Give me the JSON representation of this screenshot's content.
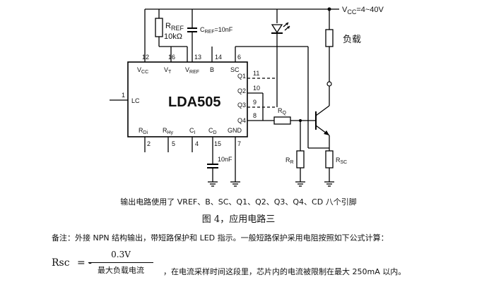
{
  "diagram": {
    "chip_name": "LDA505",
    "vcc_label": "VCC=4~40V",
    "vcc_main": "V",
    "vcc_sub": "CC",
    "vcc_range": "=4~40V",
    "load_label": "负载",
    "rref_main": "R",
    "rref_sub": "REF",
    "rref_value": "10kΩ",
    "cref_main": "C",
    "cref_sub": "REF",
    "cref_value": "=10nF",
    "cd_value": "10nF",
    "rq_main": "R",
    "rq_sub": "Q",
    "rr_main": "R",
    "rr_sub": "R",
    "rsc_main": "R",
    "rsc_sub": "SC",
    "top_pins": [
      {
        "num": "12",
        "main": "V",
        "sub": "CC"
      },
      {
        "num": "16",
        "main": "V",
        "sub": "T"
      },
      {
        "num": "13",
        "main": "V",
        "sub": "REF"
      },
      {
        "num": "14",
        "main": "B",
        "sub": ""
      },
      {
        "num": "6",
        "main": "SC",
        "sub": ""
      }
    ],
    "right_pins": [
      {
        "num": "11",
        "label": "Q1"
      },
      {
        "num": "10",
        "label": "Q2"
      },
      {
        "num": "9",
        "label": "Q3"
      },
      {
        "num": "8",
        "label": "Q4"
      }
    ],
    "left_pin": {
      "num": "1",
      "label": "LC"
    },
    "bottom_pins": [
      {
        "num": "2",
        "main": "R",
        "sub": "Di"
      },
      {
        "num": "5",
        "main": "R",
        "sub": "Hy"
      },
      {
        "num": "4",
        "main": "C",
        "sub": "I"
      },
      {
        "num": "15",
        "main": "C",
        "sub": "D"
      },
      {
        "num": "7",
        "main": "GND",
        "sub": ""
      }
    ]
  },
  "caption_pins": "输出电路使用了 VREF、B、SC、Q1、Q2、Q3、Q4、CD 八个引脚",
  "figure_caption": "图 4，应用电路三",
  "note": "备注：外接 NPN 结构输出，带短路保护和 LED 指示。一般短路保护采用电阻按照如下公式计算：",
  "formula": {
    "lhs": "Rsc",
    "eq": "= -",
    "numerator": "0.3V",
    "denominator": "最大负载电流",
    "tail": "，在电流采样时间这段里，芯片内的电流被限制在最大 250mA 以内。"
  }
}
